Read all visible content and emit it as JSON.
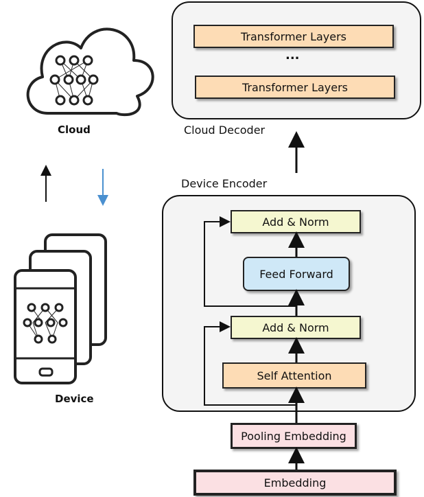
{
  "cloud": {
    "label": "Cloud"
  },
  "device": {
    "label": "Device"
  },
  "cloud_decoder": {
    "label": "Cloud Decoder",
    "layers": [
      "Transformer Layers",
      "Transformer Layers"
    ],
    "ellipsis": "..."
  },
  "device_encoder": {
    "label": "Device Encoder",
    "add_norm_top": "Add & Norm",
    "feed_forward": "Feed Forward",
    "add_norm_bottom": "Add & Norm",
    "self_attention": "Self Attention"
  },
  "pooling_embedding": "Pooling Embedding",
  "embedding": "Embedding",
  "colors": {
    "orange_fill": "#fddcb5",
    "yellow_fill": "#f5f7d0",
    "blue_fill": "#cfe8f7",
    "pink_fill": "#fbe0e3",
    "up_arrow": "#111111",
    "down_arrow": "#4a90d0"
  }
}
